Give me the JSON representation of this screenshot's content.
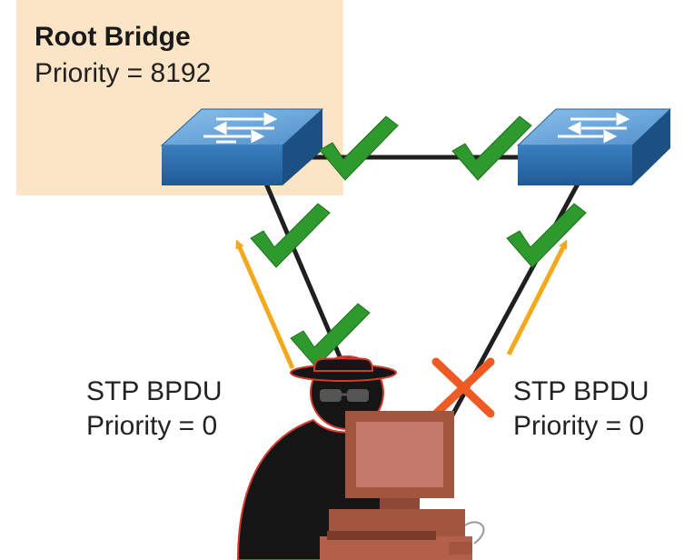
{
  "root_bridge": {
    "title": "Root Bridge",
    "priority": "Priority = 8192"
  },
  "left_bpdu": {
    "title": "STP BPDU",
    "priority": "Priority = 0"
  },
  "right_bpdu": {
    "title": "STP BPDU",
    "priority": "Priority = 0"
  },
  "colors": {
    "root_box": "#fbe5c6",
    "switch_top": "#6ba3d6",
    "switch_front": "#2d6ba8",
    "link": "#1f1f1f",
    "check": "#2e9a2e",
    "cross": "#ee5a24",
    "arrow": "#f4a91c",
    "attacker": "#151515",
    "attacker_outline": "#d23b2b",
    "computer": "#b3604a"
  },
  "icons": {
    "switch": "switch-icon",
    "check": "check-icon",
    "blocked": "blocked-x-icon",
    "attacker": "hacker-icon",
    "computer": "computer-icon",
    "arrow": "bpdu-arrow-icon"
  }
}
